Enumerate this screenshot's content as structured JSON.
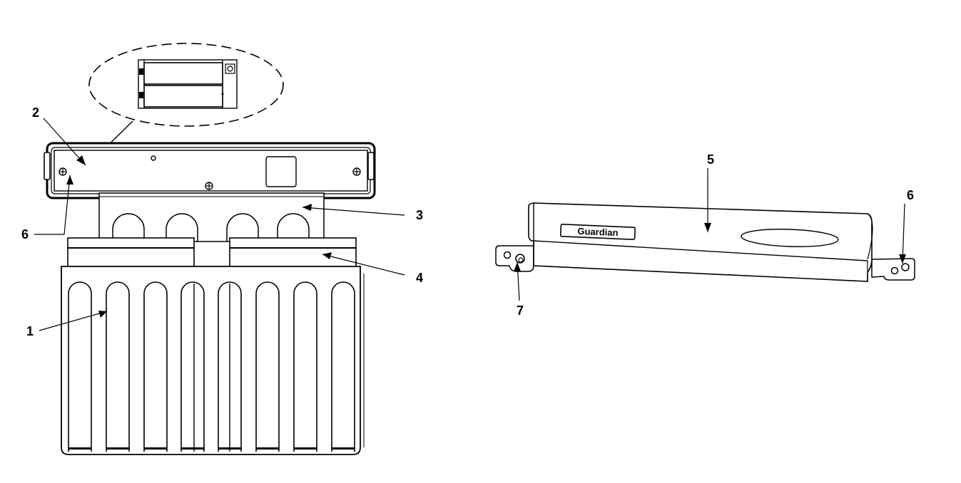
{
  "callouts": {
    "c1": "1",
    "c2": "2",
    "c3": "3",
    "c4": "4",
    "c5": "5",
    "c6_left": "6",
    "c6_right": "6",
    "c7": "7"
  },
  "cover_brand": "Guardian"
}
